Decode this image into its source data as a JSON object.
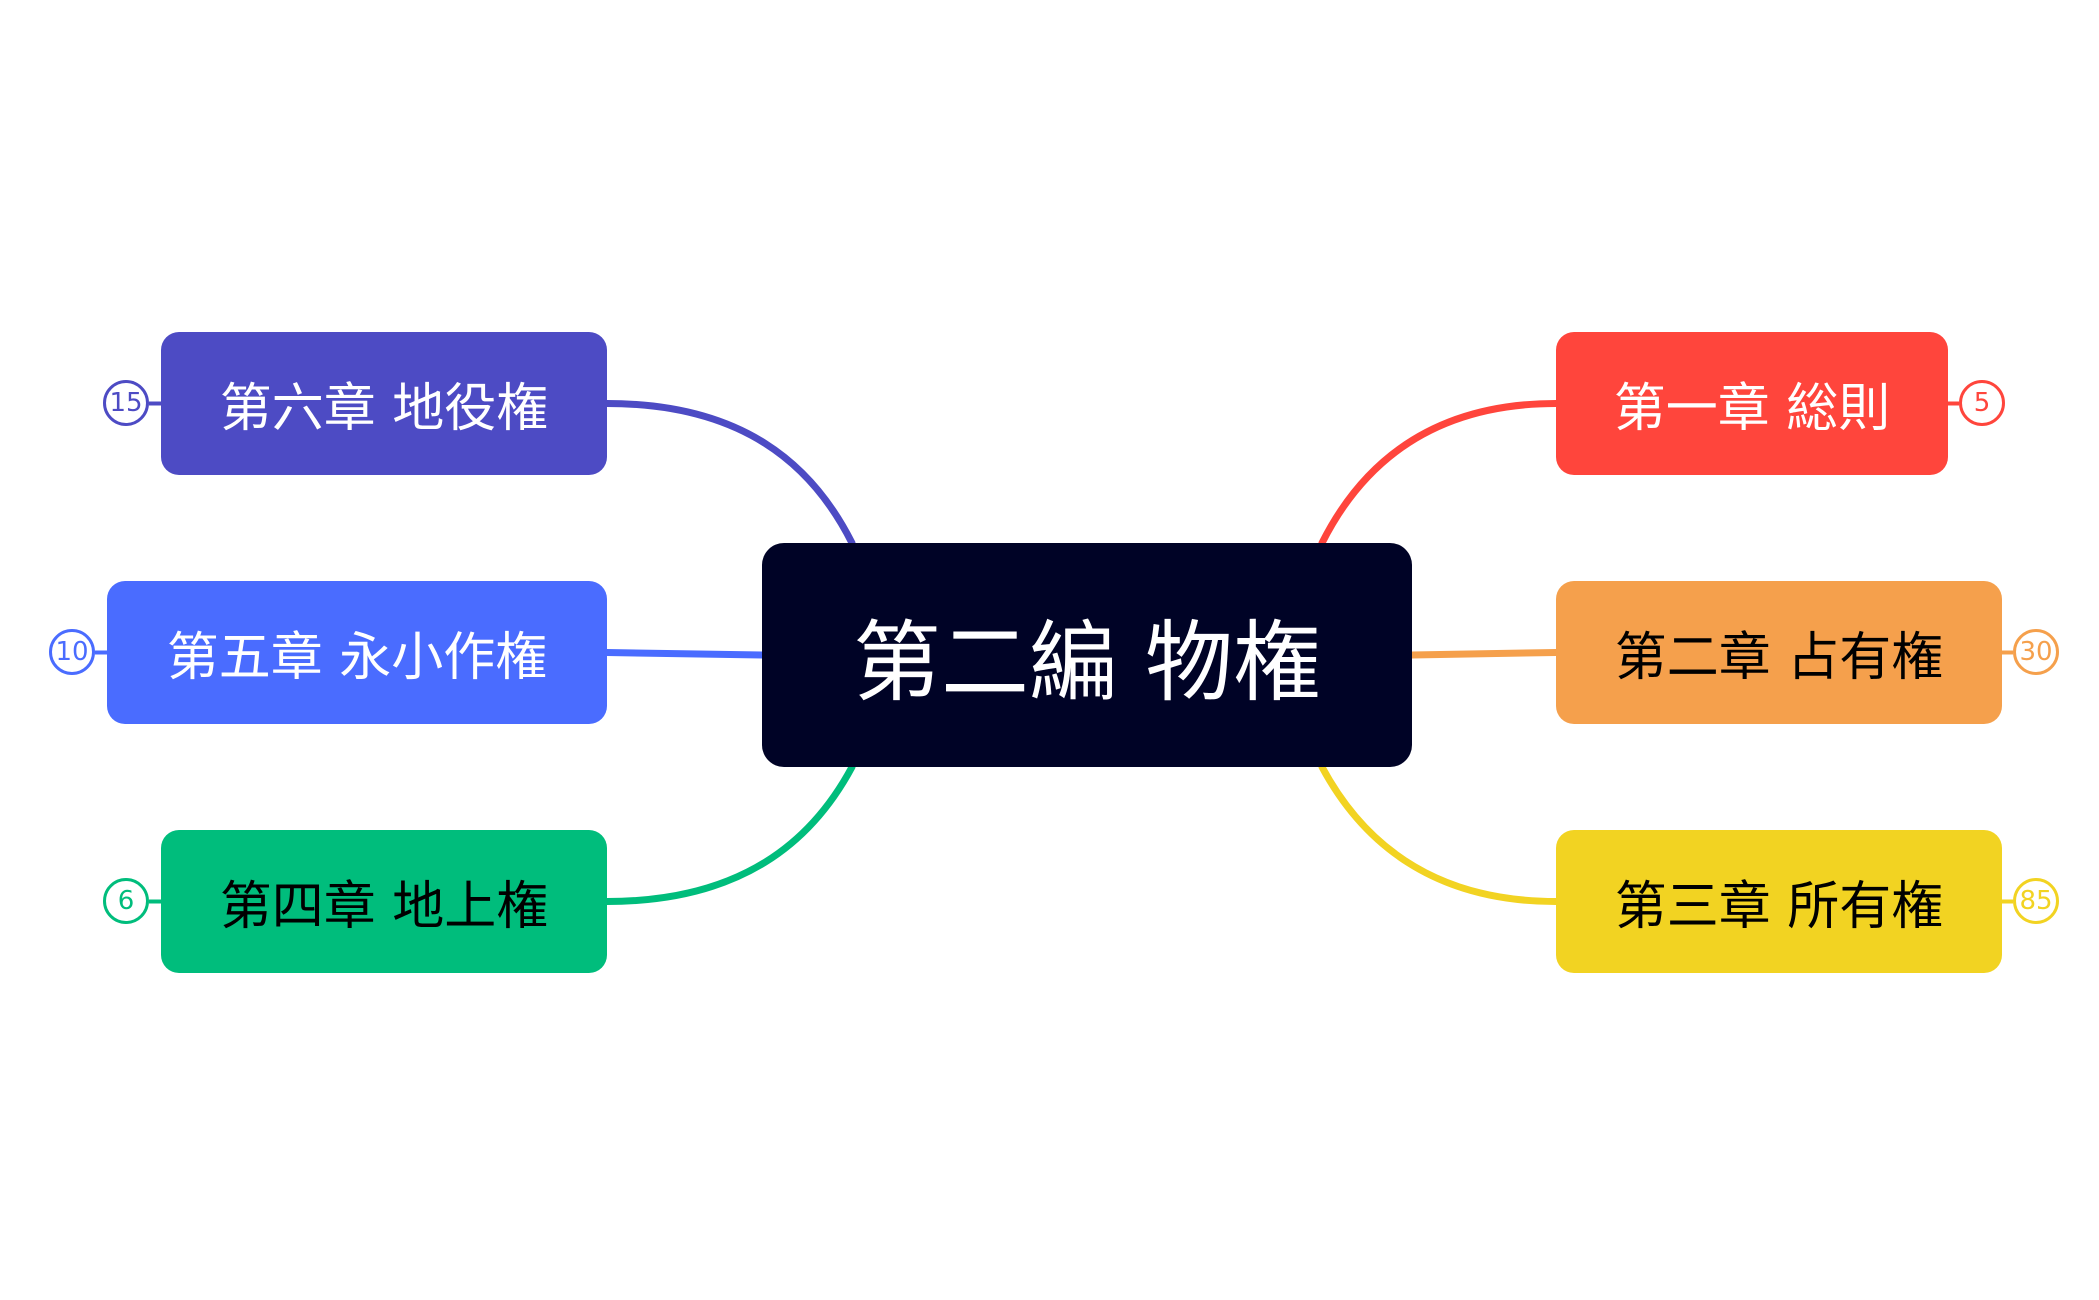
{
  "root": {
    "label": "第二編 物権",
    "color": "#000326",
    "text_color": "#ffffff"
  },
  "branches": [
    {
      "id": "ch1",
      "label": "第一章 総則",
      "count": "5",
      "color": "#FF453C",
      "text_color": "#ffffff",
      "side": "right"
    },
    {
      "id": "ch2",
      "label": "第二章 占有権",
      "count": "30",
      "color": "#F5A04C",
      "text_color": "#000000",
      "side": "right"
    },
    {
      "id": "ch3",
      "label": "第三章 所有権",
      "count": "85",
      "color": "#F2D322",
      "text_color": "#000000",
      "side": "right"
    },
    {
      "id": "ch4",
      "label": "第四章 地上権",
      "count": "6",
      "color": "#00BD7C",
      "text_color": "#000000",
      "side": "left"
    },
    {
      "id": "ch5",
      "label": "第五章 永小作権",
      "count": "10",
      "color": "#4A6CFF",
      "text_color": "#ffffff",
      "side": "left"
    },
    {
      "id": "ch6",
      "label": "第六章 地役権",
      "count": "15",
      "color": "#4D4BC4",
      "text_color": "#ffffff",
      "side": "left"
    }
  ]
}
